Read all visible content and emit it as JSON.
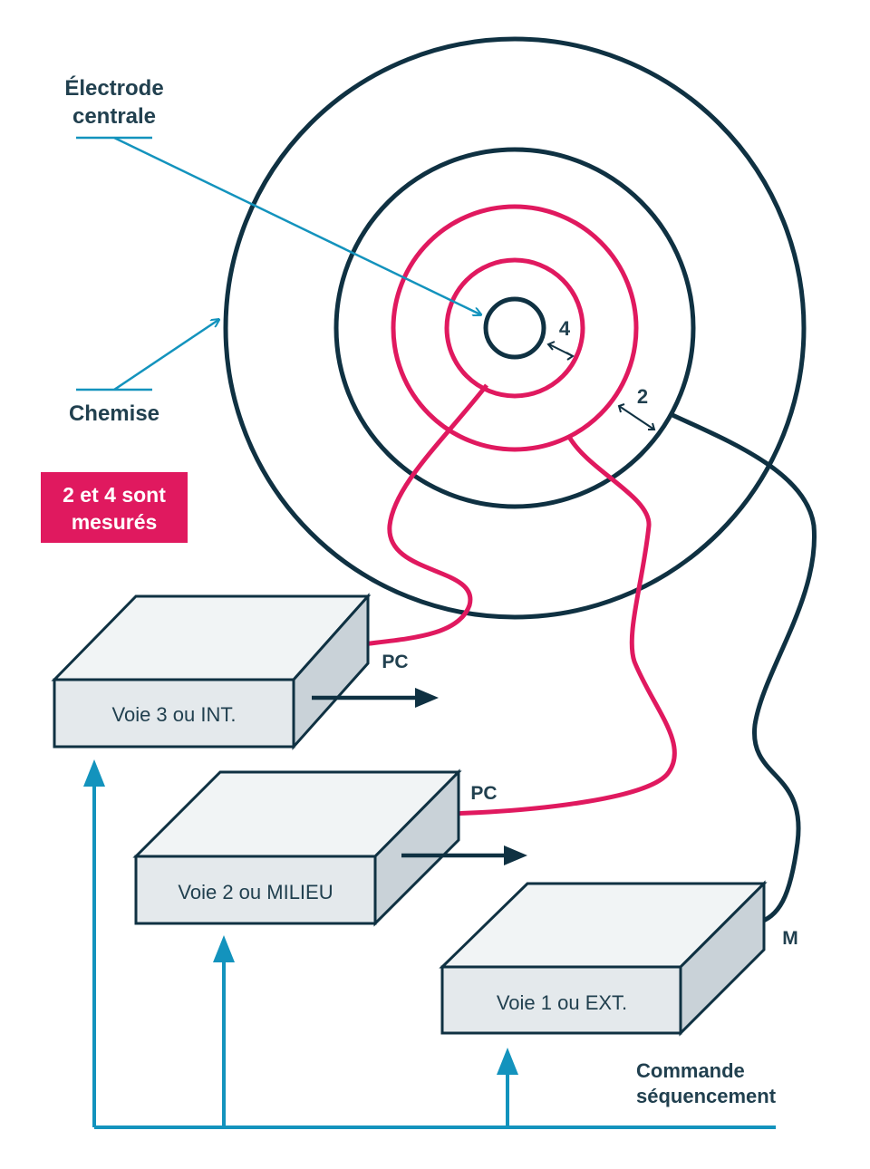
{
  "labels": {
    "electrode_line1": "Électrode",
    "electrode_line2": "centrale",
    "chemise": "Chemise",
    "gap_4": "4",
    "gap_2": "2",
    "pc_top": "PC",
    "pc_mid": "PC",
    "m": "M",
    "commande_line1": "Commande",
    "commande_line2": "séquencement"
  },
  "badge": {
    "line1": "2 et 4 sont",
    "line2": "mesurés"
  },
  "boxes": {
    "voie3": "Voie 3 ou INT.",
    "voie2": "Voie 2 ou MILIEU",
    "voie1": "Voie 1 ou EXT."
  },
  "colors": {
    "navy": "#0f3142",
    "pink": "#e0195f",
    "blue": "#1393bd",
    "box_top": "#f1f4f5",
    "box_front": "#e4e9ec",
    "box_side": "#c9d2d8",
    "badge": "#e0195f"
  }
}
